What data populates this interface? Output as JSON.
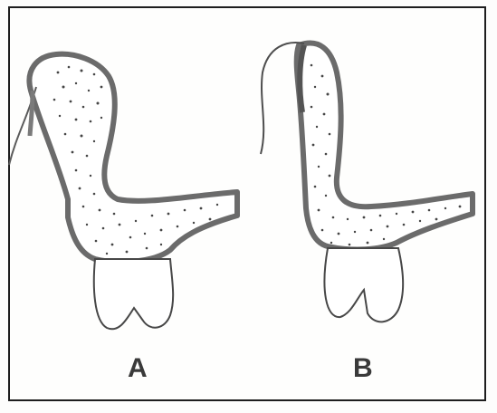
{
  "figure": {
    "panels": [
      {
        "id": "A",
        "label": "A"
      },
      {
        "id": "B",
        "label": "B"
      }
    ],
    "colors": {
      "frame": "#1e1e1e",
      "gingiva_outline": "#6e6e6e",
      "bone_stipple": "#4a4a4a",
      "tooth_outline": "#4a4a4a",
      "label": "#3a3a3a"
    },
    "icons": [
      "flap-diagram-a",
      "flap-diagram-b"
    ]
  }
}
